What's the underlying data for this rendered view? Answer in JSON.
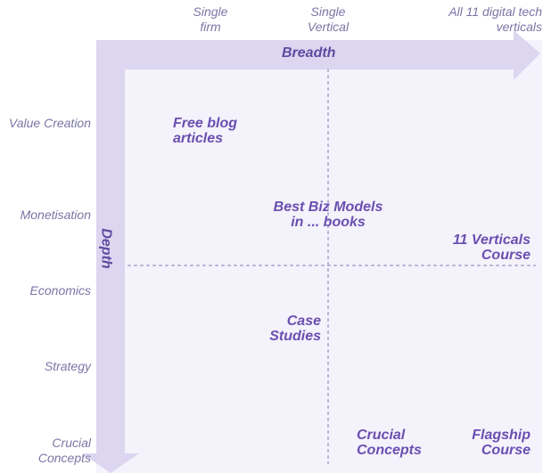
{
  "axes": {
    "x": {
      "title": "Breadth",
      "ticks": [
        "Single firm",
        "Single Vertical",
        "All 11 digital tech verticals"
      ]
    },
    "y": {
      "title": "Depth",
      "ticks": [
        "Value Creation",
        "Monetisation",
        "Economics",
        "Strategy",
        "Crucial Concepts"
      ]
    }
  },
  "items": [
    {
      "label": "Free blog articles"
    },
    {
      "label": "Best Biz Models in ... books"
    },
    {
      "label": "11 Verticals Course"
    },
    {
      "label": "Case Studies"
    },
    {
      "label": "Crucial Concepts"
    },
    {
      "label": "Flagship Course"
    }
  ],
  "colors": {
    "plot_background": "#f4f2fb",
    "axis_arrow": "#dcd6f0",
    "divider": "#b9b2d6",
    "tick_text": "#7a76a6",
    "item_text": "#6a4fb0"
  }
}
